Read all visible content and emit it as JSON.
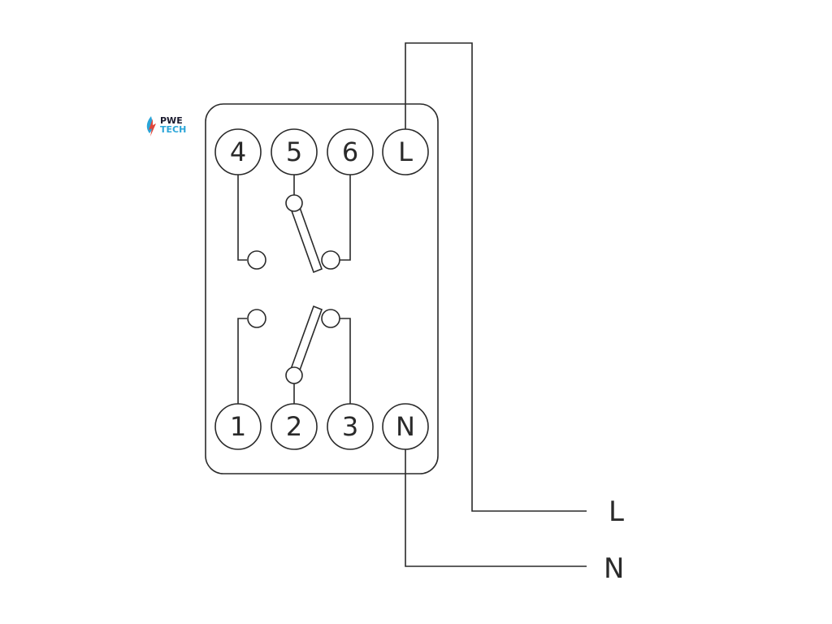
{
  "logo": {
    "line1": "PWE",
    "line2": "TECH",
    "color_dark": "#1a1a2e",
    "color_accent": "#2aa5d8",
    "color_flame": "#e0453a"
  },
  "terminals": {
    "t4": "4",
    "t5": "5",
    "t6": "6",
    "tL": "L",
    "t1": "1",
    "t2": "2",
    "t3": "3",
    "tN": "N"
  },
  "supply_labels": {
    "live": "L",
    "neutral": "N"
  },
  "colors": {
    "line": "#2a2a2a",
    "background": "#ffffff"
  }
}
